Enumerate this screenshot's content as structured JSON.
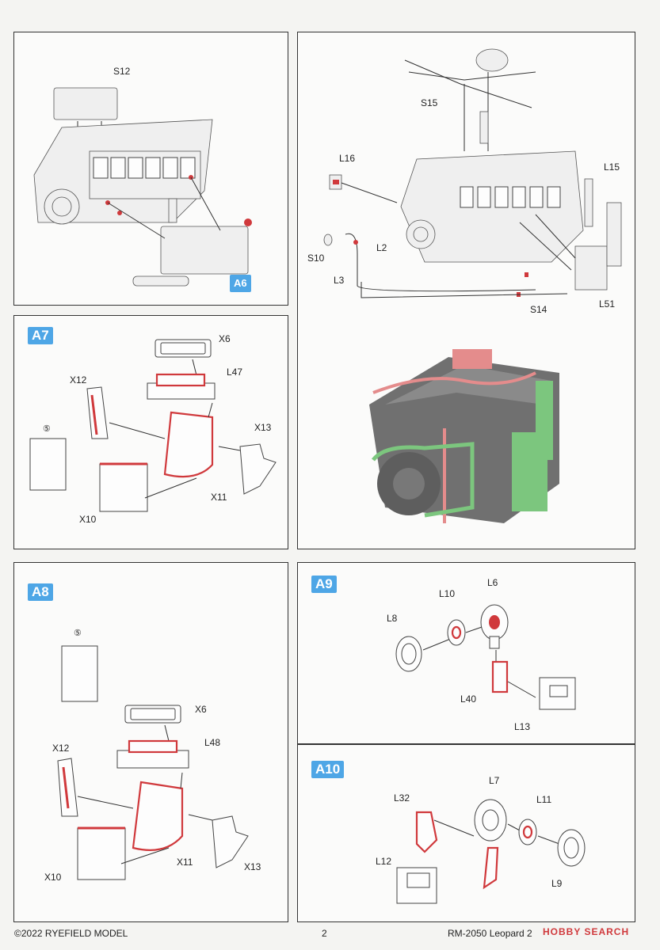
{
  "panels": {
    "p1": {
      "labels": [
        "S12",
        "A6"
      ]
    },
    "p2": {
      "labels": [
        "S15",
        "L16",
        "L15",
        "L2",
        "S10",
        "L3",
        "S14",
        "L51"
      ]
    },
    "a7": {
      "badge": "A7",
      "labels": [
        "X6",
        "L47",
        "X12",
        "X13",
        "X11",
        "X10"
      ],
      "marker": "⑤"
    },
    "a8": {
      "badge": "A8",
      "labels": [
        "X6",
        "L48",
        "X12",
        "X11",
        "X13",
        "X10"
      ],
      "marker": "⑤"
    },
    "a9": {
      "badge": "A9",
      "labels": [
        "L10",
        "L6",
        "L8",
        "L40",
        "L13"
      ]
    },
    "a10": {
      "badge": "A10",
      "labels": [
        "L7",
        "L32",
        "L11",
        "L12",
        "L9"
      ]
    }
  },
  "footer": {
    "copyright": "©2022 RYEFIELD MODEL",
    "page": "2",
    "product": "RM-2050 Leopard 2",
    "watermark": "HOBBY SEARCH"
  },
  "colors": {
    "badge": "#4ea6e6",
    "highlight_red": "#d0393c",
    "render_green": "#7cc67e",
    "render_pink": "#e48c8c",
    "render_gray": "#6e6e6e"
  }
}
